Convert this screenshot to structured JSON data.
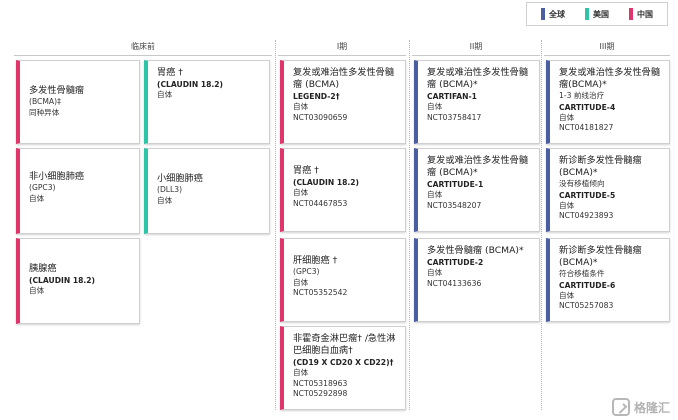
{
  "legend": [
    {
      "label": "全球",
      "color": "#4b5ea1"
    },
    {
      "label": "美国",
      "color": "#2ec4a6"
    },
    {
      "label": "中国",
      "color": "#e0356b"
    }
  ],
  "columns": [
    "临床前",
    "I期",
    "II期",
    "III期"
  ],
  "cards": {
    "c1": {
      "region": "cn",
      "title": "多发性骨髓瘤",
      "sub": "(BCMA)",
      "sub_mark": "‡",
      "lines": [
        "同种异体"
      ]
    },
    "c2": {
      "region": "us",
      "title": "胃癌",
      "title_mark": "†",
      "sub": "(CLAUDIN 18.2)",
      "lines": [
        "自体"
      ]
    },
    "c3": {
      "region": "cn",
      "title": "非小细胞肺癌",
      "sub": "(GPC3)",
      "lines": [
        "自体"
      ]
    },
    "c4": {
      "region": "us",
      "title": "小细胞肺癌",
      "sub": "(DLL3)",
      "lines": [
        "自体"
      ]
    },
    "c5": {
      "region": "cn",
      "title": "胰腺癌",
      "sub": "(CLAUDIN 18.2)",
      "lines": [
        "自体"
      ]
    },
    "c6": {
      "region": "cn",
      "title": "复发或难治性多发性骨髓瘤 (BCMA)",
      "sub": "LEGEND-2",
      "sub_mark": "†",
      "lines": [
        "自体",
        "NCT03090659"
      ]
    },
    "c7": {
      "region": "cn",
      "title": "胃癌",
      "title_mark": "†",
      "sub": "(CLAUDIN 18.2)",
      "lines": [
        "自体",
        "NCT04467853"
      ]
    },
    "c8": {
      "region": "cn",
      "title": "肝细胞癌",
      "title_mark": "†",
      "sub": "(GPC3)",
      "lines": [
        "自体",
        "NCT05352542"
      ]
    },
    "c9": {
      "region": "cn",
      "title": "非霍奇金淋巴瘤",
      "title_mark": "† /急性淋巴细胞白血病†",
      "sub": "(CD19 X CD20 X CD22)",
      "sub_mark": "†",
      "lines": [
        "自体",
        "NCT05318963",
        "NCT05292898"
      ]
    },
    "c10": {
      "region": "global",
      "title": "复发或难治性多发性骨髓瘤 (BCMA)*",
      "sub": "CARTIFAN-1",
      "lines": [
        "自体",
        "NCT03758417"
      ]
    },
    "c11": {
      "region": "global",
      "title": "复发或难治性多发性骨髓瘤 (BCMA)*",
      "sub": "CARTITUDE-1",
      "lines": [
        "自体",
        "NCT03548207"
      ]
    },
    "c12": {
      "region": "global",
      "title": "多发性骨髓瘤 (BCMA)*",
      "sub": "CARTITUDE-2",
      "lines": [
        "自体",
        "NCT04133636"
      ]
    },
    "c13": {
      "region": "global",
      "title": "复发或难治性多发性骨髓瘤(BCMA)*",
      "sub": "1-3 前线治疗",
      "sub2": "CARTITUDE-4",
      "lines": [
        "自体",
        "NCT04181827"
      ]
    },
    "c14": {
      "region": "global",
      "title": "新诊断多发性骨髓瘤 (BCMA)*",
      "sub": "没有移植倾向",
      "sub2": "CARTITUDE-5",
      "lines": [
        "自体",
        "NCT04923893"
      ]
    },
    "c15": {
      "region": "global",
      "title": "新诊断多发性骨髓瘤 (BCMA)*",
      "sub": "符合移植条件",
      "sub2": "CARTITUDE-6",
      "lines": [
        "自体",
        "NCT05257083"
      ]
    }
  },
  "watermark": "格隆汇"
}
